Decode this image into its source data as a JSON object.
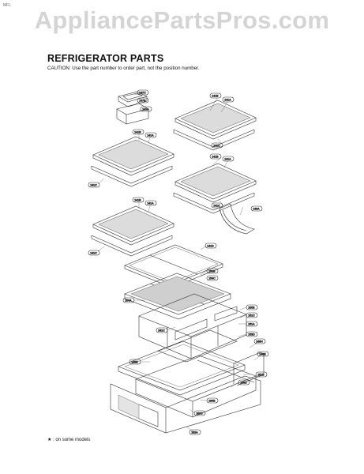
{
  "page_ref": "MFL",
  "watermark": "AppliancePartsPros.com",
  "title": "REFRIGERATOR PARTS",
  "caution": "CAUTION: Use the part number to order part, not the position number.",
  "footnote": "★ : on some models",
  "callouts": [
    "147C",
    "147B",
    "141A",
    "141B",
    "141A",
    "141C",
    "141B",
    "141A",
    "141C",
    "141B",
    "141A",
    "141C",
    "140A",
    "141B",
    "141A",
    "141C",
    "141D",
    "151B",
    "164A",
    "154C",
    "160B",
    "151C",
    "151A",
    "241C",
    "149E",
    "153D",
    "249H",
    "149E",
    "151B",
    "149D",
    "160B",
    "160C",
    "162A"
  ]
}
